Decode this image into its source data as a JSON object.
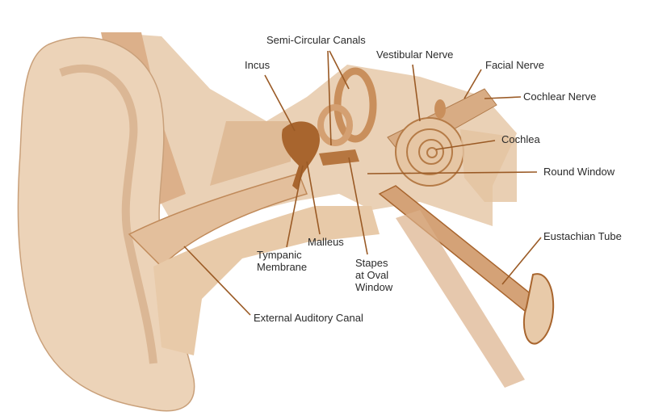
{
  "labels": {
    "semi_circular_canals": "Semi-Circular Canals",
    "incus": "Incus",
    "vestibular_nerve": "Vestibular Nerve",
    "facial_nerve": "Facial Nerve",
    "cochlear_nerve": "Cochlear Nerve",
    "cochlea": "Cochlea",
    "round_window": "Round Window",
    "eustachian_tube": "Eustachian Tube",
    "malleus": "Malleus",
    "tympanic_membrane": [
      "Tympanic",
      "Membrane"
    ],
    "stapes_at_oval_window": [
      "Stapes",
      "at Oval",
      "Window"
    ],
    "external_auditory_canal": "External Auditory Canal"
  },
  "colors": {
    "skin": "#ecd3b8",
    "tissue": "#dcb08a",
    "bone": "#c98f5c",
    "dark": "#9a5a25",
    "leader": "#9a5a25",
    "text": "#2a2a2a"
  }
}
